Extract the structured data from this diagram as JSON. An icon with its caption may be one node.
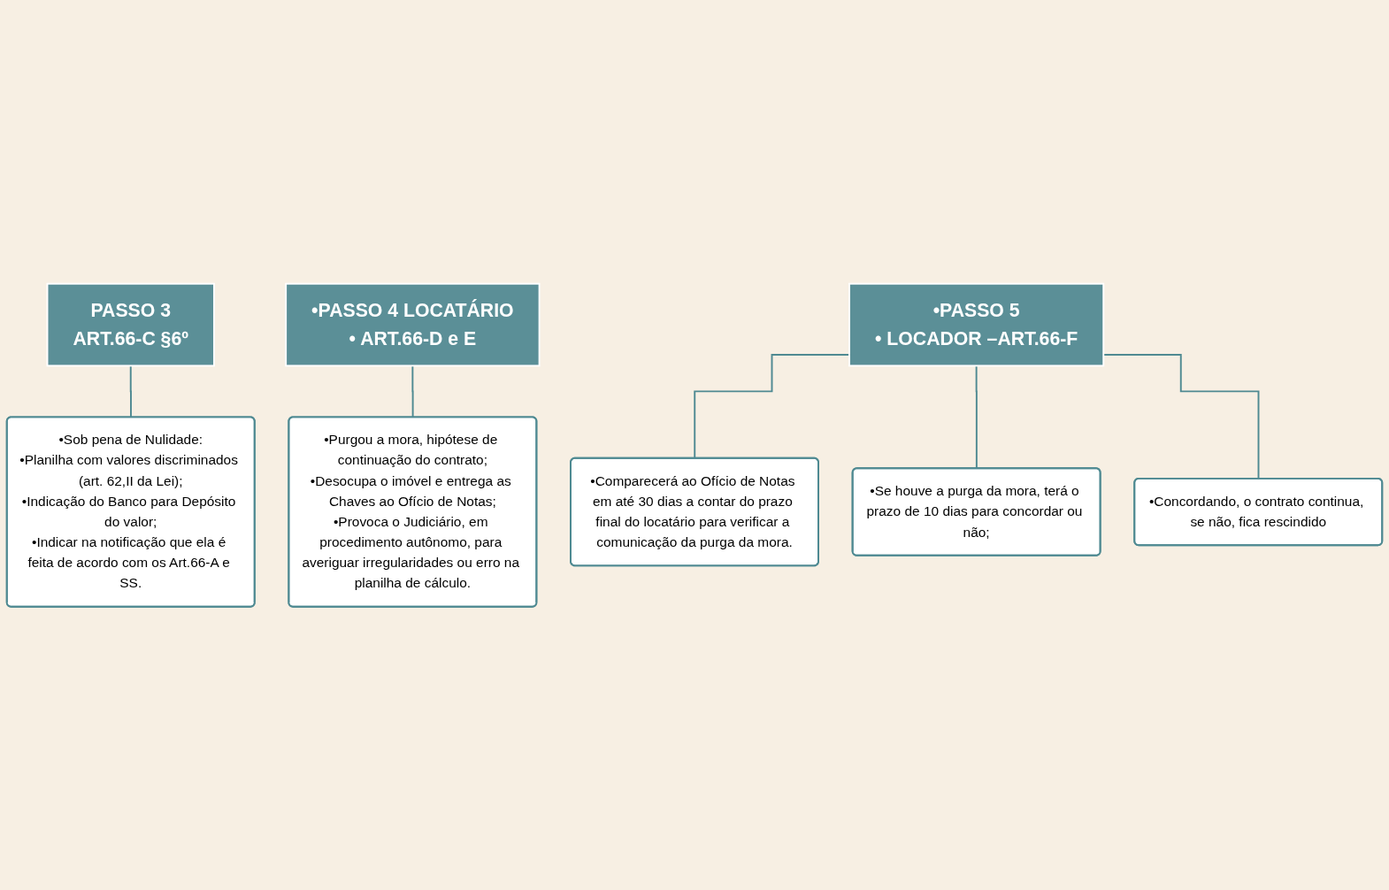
{
  "diagram": {
    "nodes": [
      {
        "text": [
          "PASSO 3",
          "ART.66-C §6º"
        ]
      },
      {
        "text": [
          "•Sob pena de Nulidade:",
          "•Planilha com valores discriminados (art. 62,II da Lei);",
          "•Indicação do Banco para Depósito do valor;",
          "•Indicar na notificação que ela é feita de acordo com os Art.66-A e SS."
        ]
      },
      {
        "text": [
          "•PASSO 4 LOCATÁRIO",
          "• ART.66-D e E"
        ]
      },
      {
        "text": [
          "•Purgou a mora, hipótese de continuação do contrato;",
          "•Desocupa o imóvel e entrega as Chaves ao Ofício de Notas;",
          "•Provoca o Judiciário, em procedimento autônomo, para averiguar irregularidades ou erro na planilha de cálculo."
        ]
      },
      {
        "text": [
          "•PASSO 5",
          "• LOCADOR –ART.66-F"
        ]
      },
      {
        "text": [
          "•Comparecerá ao Ofício de Notas em até 30 dias a contar do prazo final do locatário para verificar a comunicação da purga da mora."
        ]
      },
      {
        "text": [
          "•Se houve a purga da mora, terá o prazo de 10 dias para concordar ou não;"
        ]
      },
      {
        "text": [
          "•Concordando, o contrato continua, se não, fica rescindido"
        ]
      }
    ],
    "edges": [
      {
        "from": 0,
        "to": 1,
        "arrow": "none"
      },
      {
        "from": 2,
        "to": 3,
        "arrow": "none"
      },
      {
        "from": 4,
        "to": 5,
        "arrow": "none"
      },
      {
        "from": 4,
        "to": 6,
        "arrow": "none"
      },
      {
        "from": 4,
        "to": 7,
        "arrow": "none"
      }
    ]
  }
}
